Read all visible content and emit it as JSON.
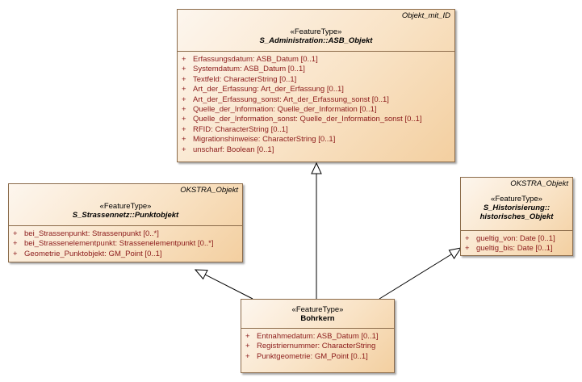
{
  "classes": {
    "asb_objekt": {
      "tag": "Objekt_mit_ID",
      "stereotype": "«FeatureType»",
      "name": "S_Administration::ASB_Objekt",
      "attributes": [
        {
          "vis": "+",
          "text": "Erfassungsdatum: ASB_Datum [0..1]"
        },
        {
          "vis": "+",
          "text": "Systemdatum: ASB_Datum [0..1]"
        },
        {
          "vis": "+",
          "text": "Textfeld: CharacterString [0..1]"
        },
        {
          "vis": "+",
          "text": "Art_der_Erfassung: Art_der_Erfassung [0..1]"
        },
        {
          "vis": "+",
          "text": "Art_der_Erfassung_sonst: Art_der_Erfassung_sonst [0..1]"
        },
        {
          "vis": "+",
          "text": "Quelle_der_Information: Quelle_der_Information [0..1]"
        },
        {
          "vis": "+",
          "text": "Quelle_der_Information_sonst: Quelle_der_Information_sonst [0..1]"
        },
        {
          "vis": "+",
          "text": "RFID: CharacterString [0..1]"
        },
        {
          "vis": "+",
          "text": "Migrationshinweise: CharacterString [0..1]"
        },
        {
          "vis": "+",
          "text": "unscharf: Boolean [0..1]"
        }
      ]
    },
    "punktobjekt": {
      "tag": "OKSTRA_Objekt",
      "stereotype": "«FeatureType»",
      "name": "S_Strassennetz::Punktobjekt",
      "attributes": [
        {
          "vis": "+",
          "text": "bei_Strassenpunkt: Strassenpunkt [0..*]"
        },
        {
          "vis": "+",
          "text": "bei_Strassenelementpunkt: Strassenelementpunkt [0..*]"
        },
        {
          "vis": "+",
          "text": "Geometrie_Punktobjekt: GM_Point [0..1]"
        }
      ]
    },
    "historisches_objekt": {
      "tag": "OKSTRA_Objekt",
      "stereotype": "«FeatureType»",
      "name_line1": "S_Historisierung::",
      "name_line2": "historisches_Objekt",
      "attributes": [
        {
          "vis": "+",
          "text": "gueltig_von: Date [0..1]"
        },
        {
          "vis": "+",
          "text": "gueltig_bis: Date [0..1]"
        }
      ]
    },
    "bohrkern": {
      "stereotype": "«FeatureType»",
      "name": "Bohrkern",
      "attributes": [
        {
          "vis": "+",
          "text": "Entnahmedatum: ASB_Datum [0..1]"
        },
        {
          "vis": "+",
          "text": "Registriernummer: CharacterString"
        },
        {
          "vis": "+",
          "text": "Punktgeometrie: GM_Point [0..1]"
        }
      ]
    }
  },
  "colors": {
    "attribute_text": "#8b1a1a",
    "border": "#8b6b4a",
    "line": "#000000"
  }
}
